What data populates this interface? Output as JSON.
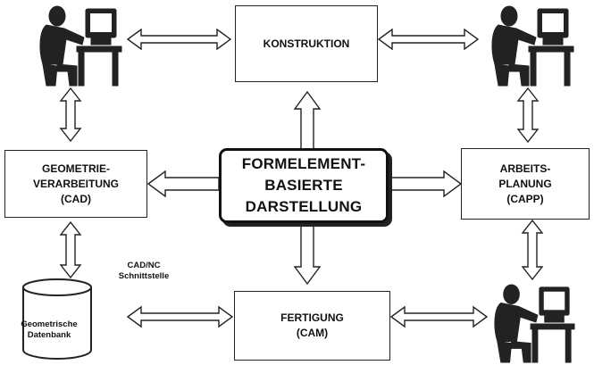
{
  "boxes": {
    "konstruktion": "KONSTRUKTION",
    "geometrie": [
      "GEOMETRIE-",
      "VERARBEITUNG",
      "(CAD)"
    ],
    "central": [
      "FORMELEMENT-",
      "BASIERTE",
      "DARSTELLUNG"
    ],
    "arbeitsplanung": [
      "ARBEITS-",
      "PLANUNG",
      "(CAPP)"
    ],
    "fertigung": [
      "FERTIGUNG",
      "(CAM)"
    ]
  },
  "database": [
    "Geometrische",
    "Datenbank"
  ],
  "interface_label": [
    "CAD/NC",
    "Schnittstelle"
  ],
  "icons": [
    "user-at-workstation-icon",
    "database-cylinder-icon"
  ]
}
